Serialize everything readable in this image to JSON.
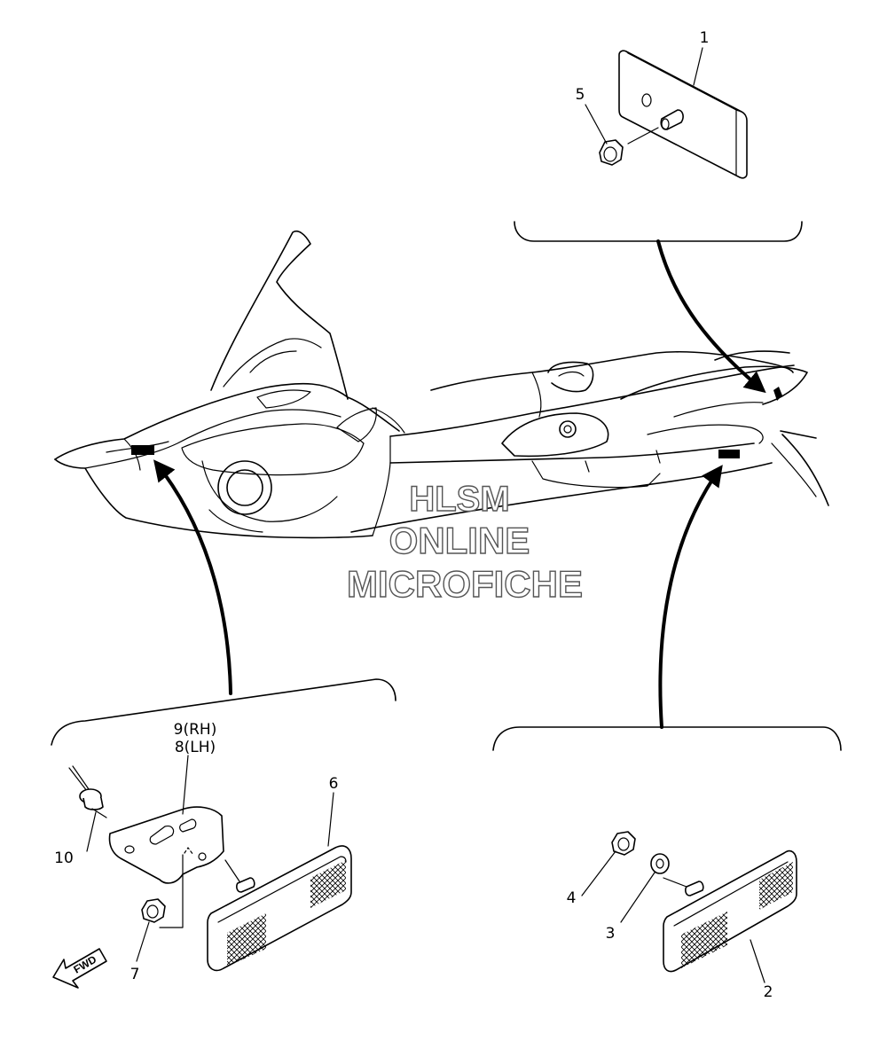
{
  "callouts": {
    "c1": "1",
    "c2": "2",
    "c3": "3",
    "c4": "4",
    "c5": "5",
    "c6": "6",
    "c7": "7",
    "c8": "8(LH)",
    "c9": "9(RH)",
    "c10": "10"
  },
  "fwd_label": "FWD",
  "watermark": {
    "line1": "HLSM",
    "line2": "ONLINE",
    "line3": "MICROFICHE"
  }
}
